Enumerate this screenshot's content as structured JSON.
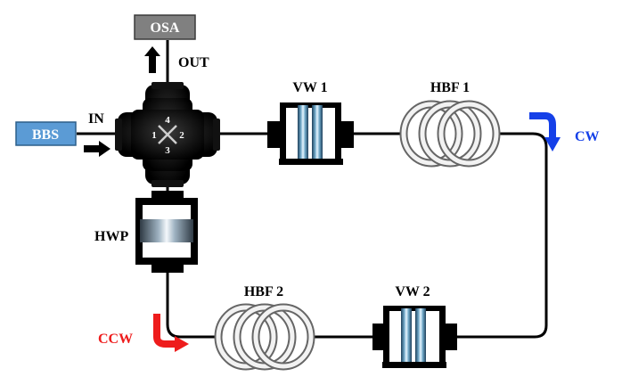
{
  "labels": {
    "osa": "OSA",
    "out": "OUT",
    "bbs": "BBS",
    "in": "IN",
    "vw1": "VW 1",
    "hbf1": "HBF 1",
    "cw": "CW",
    "hwp": "HWP",
    "hbf2": "HBF 2",
    "vw2": "VW 2",
    "ccw": "CCW"
  },
  "circulator_ports": [
    "1",
    "2",
    "3",
    "4"
  ],
  "colors": {
    "cw_arrow": "#1540e8",
    "ccw_arrow": "#ee1c1c",
    "osa_box": "#808080",
    "bbs_box": "#5b9bd5",
    "fiber": "#000000"
  }
}
